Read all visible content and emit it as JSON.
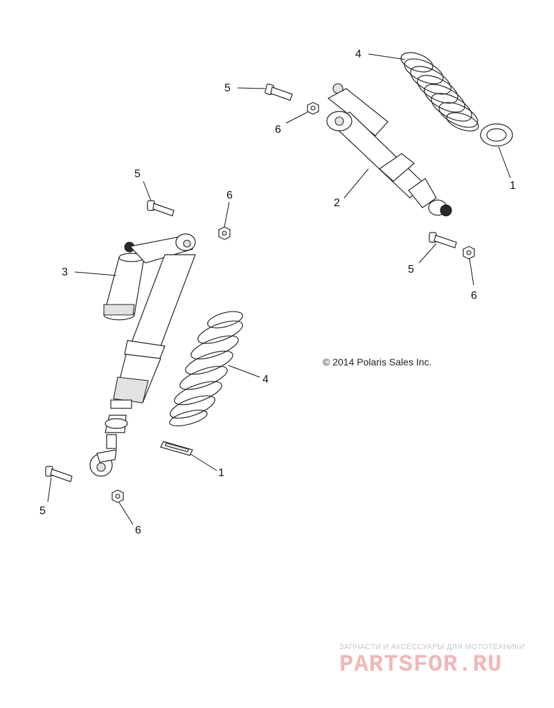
{
  "diagram": {
    "callouts": [
      {
        "id": "top-spring",
        "label": "4"
      },
      {
        "id": "top-bolt",
        "label": "5"
      },
      {
        "id": "top-nut",
        "label": "6"
      },
      {
        "id": "top-retainer",
        "label": "1"
      },
      {
        "id": "top-shock",
        "label": "2"
      },
      {
        "id": "mid-bolt",
        "label": "5"
      },
      {
        "id": "mid-nut",
        "label": "6"
      },
      {
        "id": "right-bolt",
        "label": "5"
      },
      {
        "id": "right-nut",
        "label": "6"
      },
      {
        "id": "left-shock",
        "label": "3"
      },
      {
        "id": "left-spring",
        "label": "4"
      },
      {
        "id": "left-retainer",
        "label": "1"
      },
      {
        "id": "bottom-bolt",
        "label": "5"
      },
      {
        "id": "bottom-nut",
        "label": "6"
      }
    ],
    "copyright": "© 2014 Polaris Sales Inc."
  },
  "watermark": {
    "tagline": "ЗАПЧАСТИ И АКСЕССУАРЫ ДЛЯ МОТОТЕХНИКИ",
    "logo": "PARTSFOR.RU"
  }
}
